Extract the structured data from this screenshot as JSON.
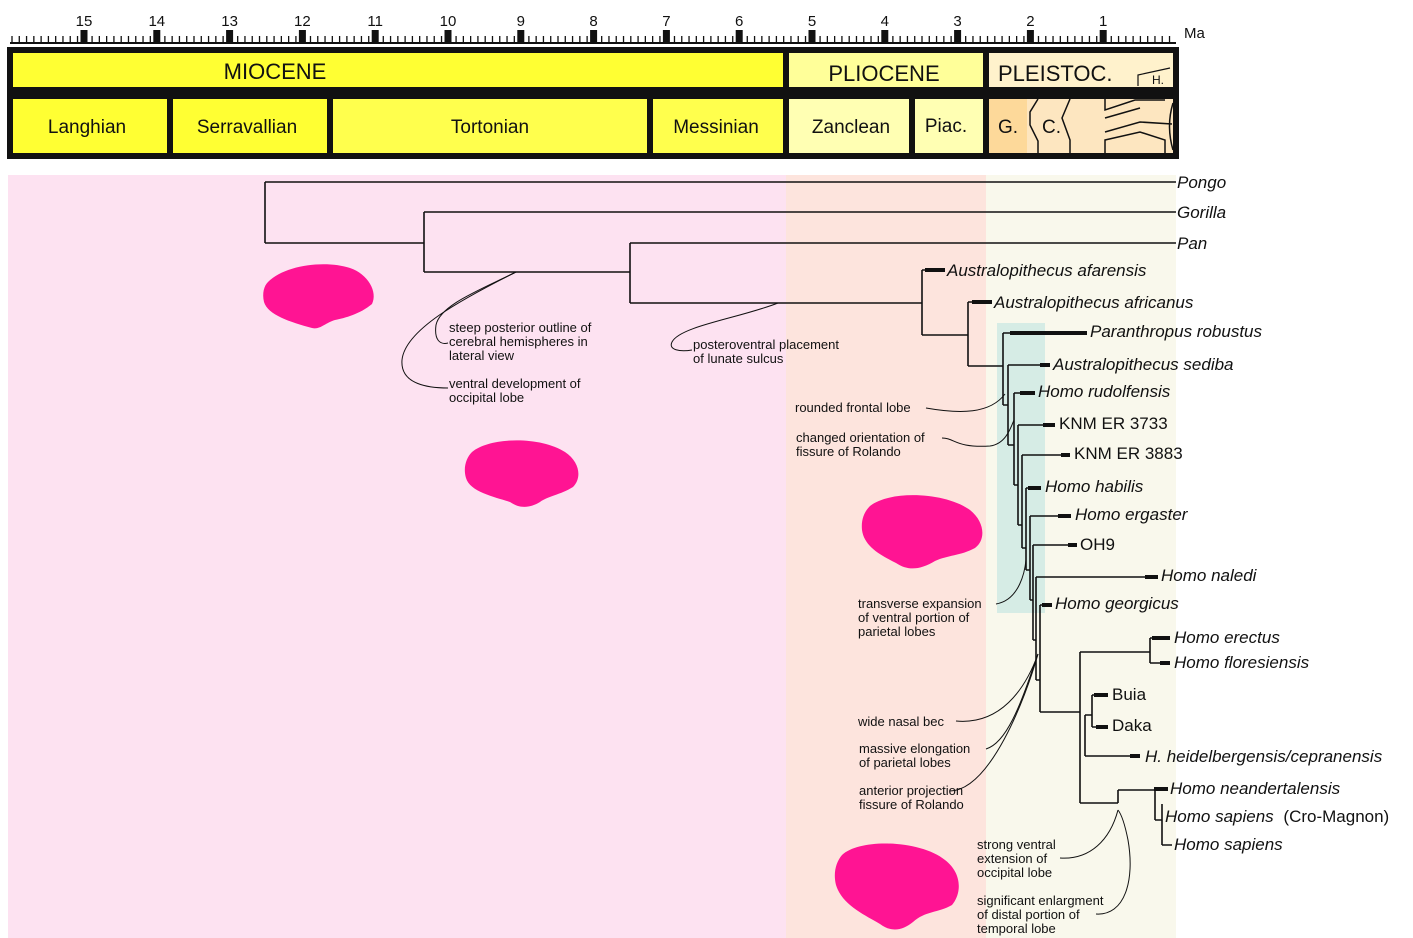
{
  "timescale": {
    "unit": "Ma",
    "ticks": [
      "15",
      "14",
      "13",
      "12",
      "11",
      "10",
      "9",
      "8",
      "7",
      "6",
      "5",
      "4",
      "3",
      "2",
      "1"
    ],
    "epochs": [
      {
        "label": "MIOCENE",
        "color": "#ffff33"
      },
      {
        "label": "PLIOCENE",
        "color": "#ffff99"
      },
      {
        "label": "PLEISTOC.",
        "color": "#fff2cc"
      },
      {
        "label": "H.",
        "color": "#fdebd0"
      }
    ],
    "stages": [
      {
        "label": "Langhian",
        "color": "#ffff33"
      },
      {
        "label": "Serravallian",
        "color": "#ffff33"
      },
      {
        "label": "Tortonian",
        "color": "#ffff4d"
      },
      {
        "label": "Messinian",
        "color": "#ffff4d"
      },
      {
        "label": "Zanclean",
        "color": "#ffffb3"
      },
      {
        "label": "Piac.",
        "color": "#ffffb3"
      },
      {
        "label": "G.",
        "color": "#fde0b0"
      },
      {
        "label": "C.",
        "color": "#fde6c0"
      }
    ]
  },
  "background_colors": {
    "miocene": "#fde2f1",
    "pliocene": "#fde4dd",
    "pleistocene": "#f9f8ec",
    "highlight": "#dcefe7",
    "brain": "#ff1493"
  },
  "taxa": {
    "pongo": "Pongo",
    "gorilla": "Gorilla",
    "pan": "Pan",
    "afarensis": "Australopithecus afarensis",
    "africanus": "Australopithecus africanus",
    "robustus": "Paranthropus robustus",
    "sediba": "Australopithecus sediba",
    "rudolfensis": "Homo rudolfensis",
    "er3733": "KNM ER 3733",
    "er3883": "KNM ER 3883",
    "habilis": "Homo habilis",
    "ergaster": "Homo ergaster",
    "oh9": "OH9",
    "naledi": "Homo naledi",
    "georgicus": "Homo georgicus",
    "erectus": "Homo erectus",
    "floresiensis": "Homo floresiensis",
    "buia": "Buia",
    "daka": "Daka",
    "heidelbergensis": "H. heidelbergensis/cepranensis",
    "neandertalensis": "Homo neandertalensis",
    "sapiens_cm_italic": "Homo sapiens",
    "sapiens_cm_suffix": "(Cro-Magnon)",
    "sapiens": "Homo sapiens"
  },
  "notes": {
    "steep_1": "steep posterior outline of",
    "steep_2": "cerebral hemispheres in",
    "steep_3": "lateral view",
    "ventral_1": "ventral development of",
    "ventral_2": "occipital lobe",
    "lunate_1": "posteroventral placement",
    "lunate_2": "of lunate sulcus",
    "frontal_1": "rounded frontal lobe",
    "rolando_1": "changed orientation of",
    "rolando_2": "fissure of Rolando",
    "parietal_1": "transverse expansion",
    "parietal_2": "of ventral portion of",
    "parietal_3": "parietal lobes",
    "nasal_1": "wide nasal bec",
    "elong_1": "massive elongation",
    "elong_2": "of parietal lobes",
    "antproj_1": "anterior projection",
    "antproj_2": "fissure of Rolando",
    "occip_1": "strong ventral",
    "occip_2": "extension of",
    "occip_3": "occipital lobe",
    "temporal_1": "significant enlargment",
    "temporal_2": "of distal portion of",
    "temporal_3": "temporal lobe"
  }
}
